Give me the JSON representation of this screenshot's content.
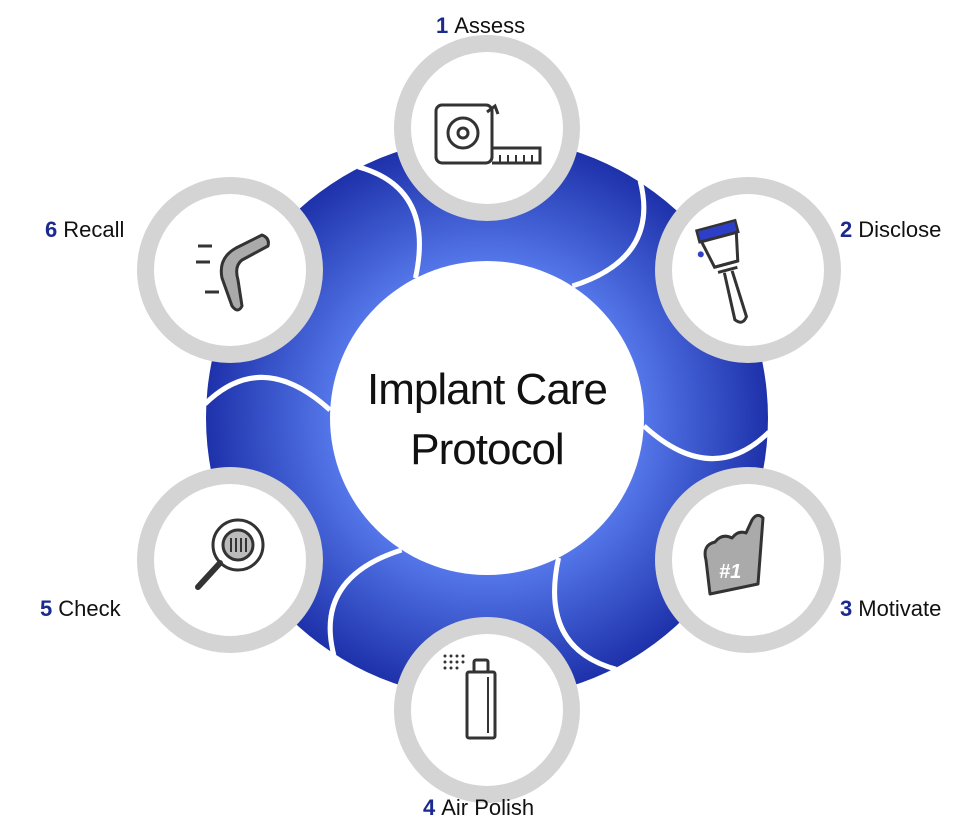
{
  "title_line1": "Implant Care",
  "title_line2": "Protocol",
  "colors": {
    "ring_dark": "#1f35b0",
    "ring_light": "#4f73e6",
    "badge_gray": "#d4d4d4",
    "number": "#1a2a8f"
  },
  "steps": [
    {
      "number": "1",
      "label": "Assess",
      "icon": "tape-measure-icon"
    },
    {
      "number": "2",
      "label": "Disclose",
      "icon": "paintbrush-icon"
    },
    {
      "number": "3",
      "label": "Motivate",
      "icon": "foam-finger-icon",
      "icon_text": "#1"
    },
    {
      "number": "4",
      "label": "Air Polish",
      "icon": "spray-bottle-icon"
    },
    {
      "number": "5",
      "label": "Check",
      "icon": "magnifier-icon"
    },
    {
      "number": "6",
      "label": "Recall",
      "icon": "boomerang-icon"
    }
  ]
}
